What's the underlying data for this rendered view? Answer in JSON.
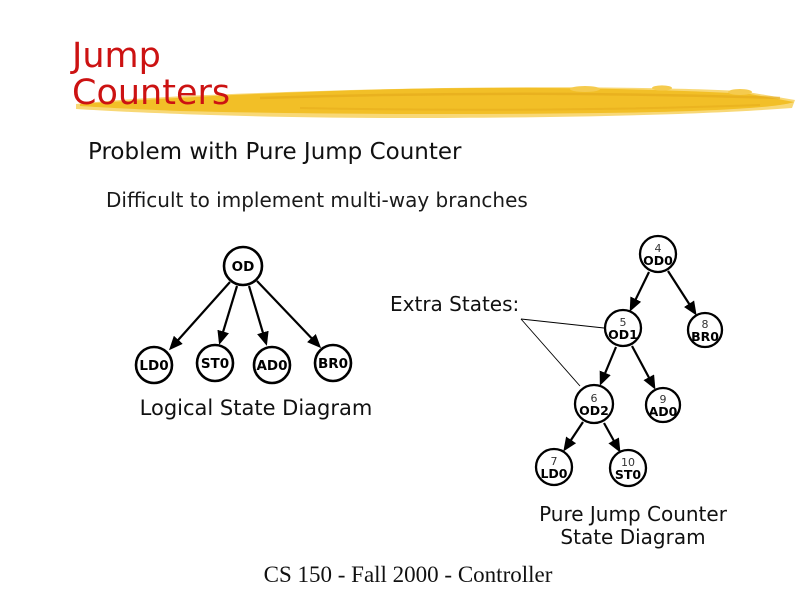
{
  "slide": {
    "title_line1": "Jump",
    "title_line2": "Counters",
    "heading": "Problem with Pure Jump Counter",
    "bullet": "Difficult to implement multi-way branches",
    "footer": "CS 150 - Fall 2000 - Controller",
    "colors": {
      "title_red": "#cc1212",
      "brush_gold": "#f2bf27",
      "brush_gold_light": "#f8d876",
      "background": "#ffffff"
    }
  },
  "left_diagram": {
    "root_label": "OD",
    "children": [
      "LD0",
      "ST0",
      "AD0",
      "BR0"
    ],
    "caption": "Logical State Diagram"
  },
  "annotation": {
    "extra_states": "Extra States:"
  },
  "right_diagram": {
    "caption_line1": "Pure Jump Counter",
    "caption_line2": "State Diagram",
    "nodes": [
      {
        "number": "4",
        "label": "OD0"
      },
      {
        "number": "5",
        "label": "OD1"
      },
      {
        "number": "8",
        "label": "BR0"
      },
      {
        "number": "6",
        "label": "OD2"
      },
      {
        "number": "9",
        "label": "AD0"
      },
      {
        "number": "7",
        "label": "LD0"
      },
      {
        "number": "10",
        "label": "ST0"
      }
    ]
  }
}
